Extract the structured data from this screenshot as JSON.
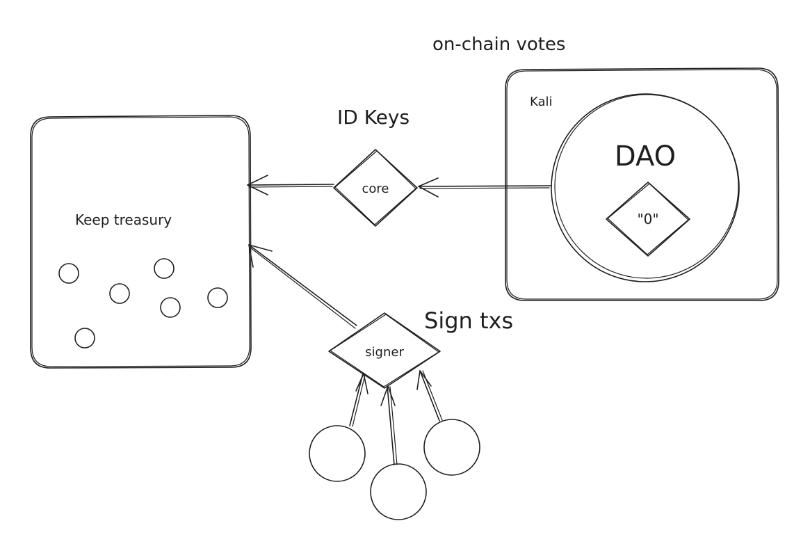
{
  "labels": {
    "on_chain_votes": "on-chain votes",
    "kali": "Kali",
    "dao": "DAO",
    "zero_key": "\"0\"",
    "id_keys": "ID Keys",
    "core": "core",
    "keep_treasury": "Keep treasury",
    "sign_txs": "Sign txs",
    "signer": "signer"
  },
  "colors": {
    "stroke": "#1e1e1e",
    "background": "#ffffff"
  }
}
